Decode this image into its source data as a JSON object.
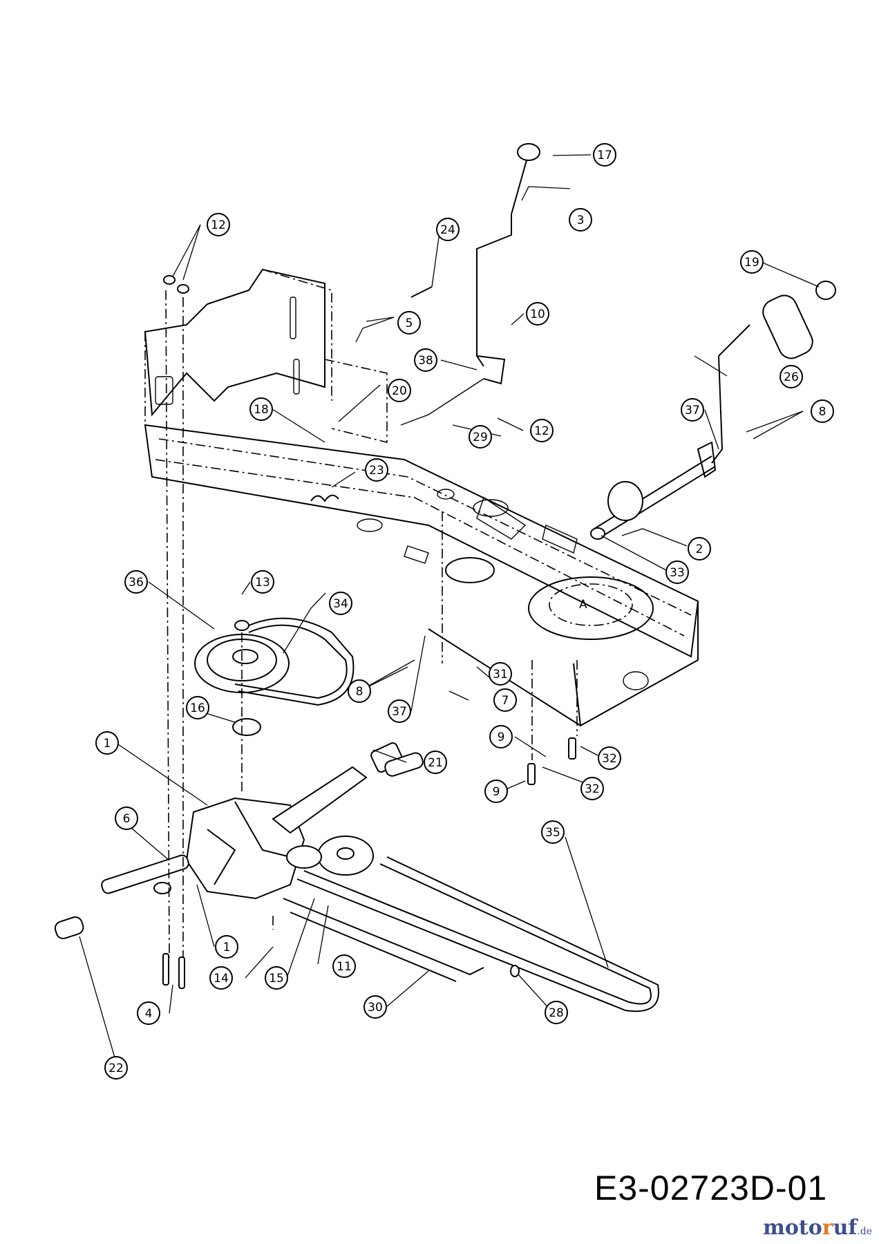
{
  "drawing": {
    "document_code": "E3-02723D-01",
    "callouts": [
      "1",
      "1",
      "2",
      "3",
      "4",
      "5",
      "6",
      "7",
      "8",
      "8",
      "9",
      "9",
      "10",
      "11",
      "12",
      "12",
      "13",
      "14",
      "15",
      "16",
      "17",
      "18",
      "19",
      "20",
      "21",
      "22",
      "23",
      "24",
      "26",
      "28",
      "29",
      "30",
      "31",
      "32",
      "32",
      "33",
      "34",
      "35",
      "36",
      "37",
      "37",
      "38"
    ],
    "detail_marker": "A"
  },
  "watermark": {
    "part1": "moto",
    "part2": "r",
    "part3": "uf",
    "suffix": ".de"
  }
}
